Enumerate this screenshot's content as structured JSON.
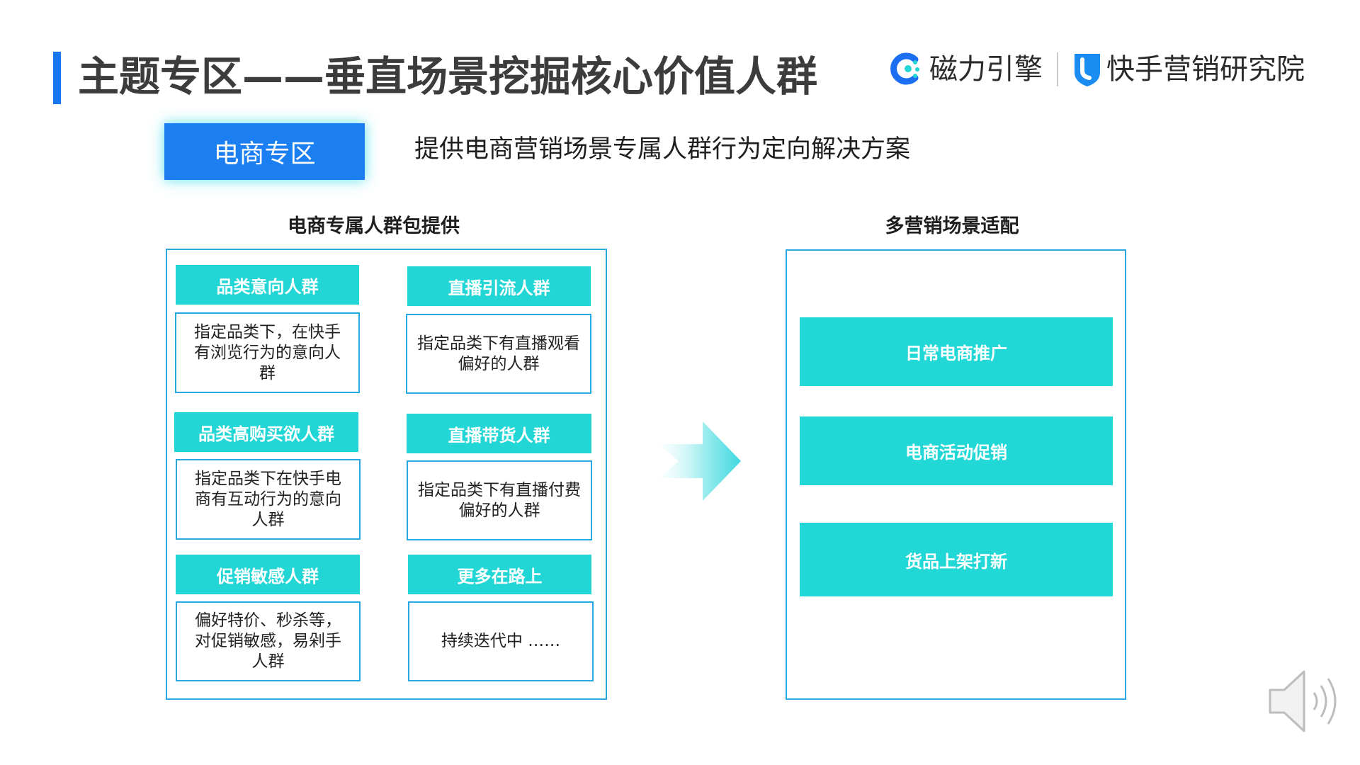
{
  "header": {
    "title": "主题专区——垂直场景挖掘核心价值人群",
    "logo_cili": "磁力引擎",
    "logo_kuaishou": "快手营销研究院",
    "accent_color": "#1677f0"
  },
  "intro": {
    "tag": "电商专区",
    "description": "提供电商营销场景专属人群行为定向解决方案"
  },
  "left_section": {
    "title": "电商专属人群包提供",
    "groups": [
      {
        "title": "品类意向人群",
        "desc": "指定品类下，在快手有浏览行为的意向人群"
      },
      {
        "title": "直播引流人群",
        "desc": "指定品类下有直播观看偏好的人群"
      },
      {
        "title": "品类高购买欲人群",
        "desc": "指定品类下在快手电商有互动行为的意向人群"
      },
      {
        "title": "直播带货人群",
        "desc": "指定品类下有直播付费偏好的人群"
      },
      {
        "title": "促销敏感人群",
        "desc": "偏好特价、秒杀等，对促销敏感，易剁手人群"
      },
      {
        "title": "更多在路上",
        "desc": "持续迭代中 ……"
      }
    ]
  },
  "right_section": {
    "title": "多营销场景适配",
    "scenes": [
      "日常电商推广",
      "电商活动促销",
      "货品上架打新"
    ]
  },
  "icons": {
    "arrow": "right-arrow-icon",
    "speaker": "speaker-icon",
    "logo_cili": "cili-logo-icon",
    "logo_kuaishou": "kuaishou-shield-icon"
  },
  "colors": {
    "tag_blue": "#1b7ff2",
    "teal": "#22d6d6",
    "panel_border": "#29a8e0"
  }
}
